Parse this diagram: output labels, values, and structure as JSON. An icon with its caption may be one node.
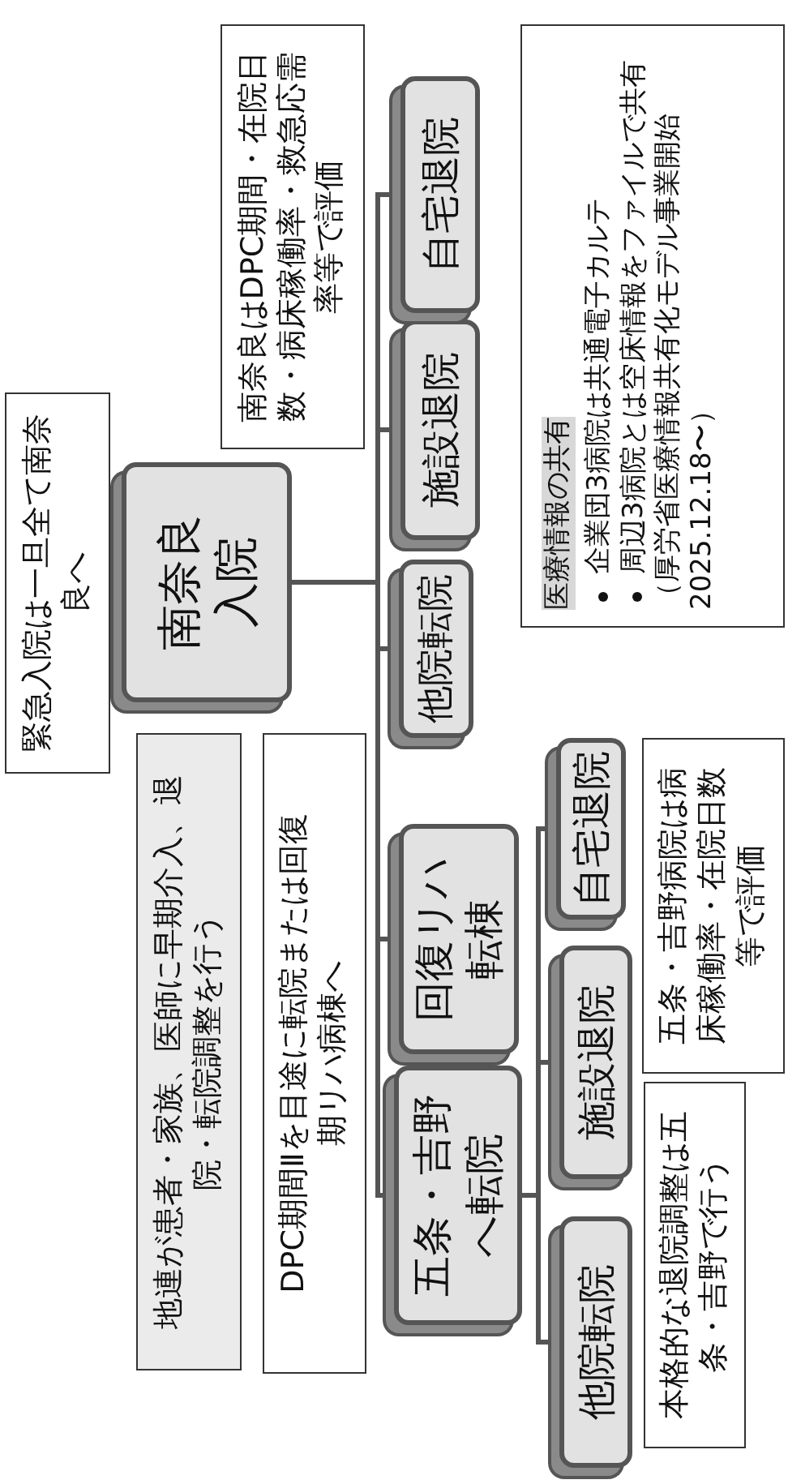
{
  "diagram": {
    "nodes": [
      {
        "text": [
          "緊急入院は一旦全て南奈良へ"
        ]
      },
      {
        "text": [
          "南奈良入院"
        ]
      },
      {
        "text": [
          "南奈良はDPC期間・在院日数・病床稼働率・救急応需率等で評価"
        ]
      },
      {
        "text": [
          "他院転院"
        ]
      },
      {
        "text": [
          "施設退院"
        ]
      },
      {
        "text": [
          "自宅退院"
        ]
      },
      {
        "text": [
          "地連が患者・家族、医師に早期介入、退院・転院調整を行う"
        ]
      },
      {
        "text": [
          "DPC期間Ⅱを目途に転院または回復期リハ病棟へ"
        ]
      },
      {
        "text": [
          "回復リハ転棟"
        ]
      },
      {
        "text": [
          "五条・吉野へ転院"
        ]
      },
      {
        "text": [
          "自宅退院"
        ]
      },
      {
        "text": [
          "施設退院"
        ]
      },
      {
        "text": [
          "他院転院"
        ]
      },
      {
        "text": [
          "医療情報の共有",
          "企業団3病院は共通電子カルテ",
          "周辺3病院とは空床情報をファイルで共有",
          "（厚労省医療情報共有化モデル事業開始2025.12.18〜）"
        ]
      },
      {
        "text": [
          "五条・吉野病院は病床稼働率・在院日数等で評価"
        ]
      },
      {
        "text": [
          "本格的な退院調整は五条・吉野で行う"
        ]
      }
    ],
    "edges": [
      {
        "from": 1,
        "to": 3,
        "arrow": "none"
      },
      {
        "from": 1,
        "to": 4,
        "arrow": "none"
      },
      {
        "from": 1,
        "to": 5,
        "arrow": "none"
      },
      {
        "from": 1,
        "to": 8,
        "arrow": "none"
      },
      {
        "from": 1,
        "to": 9,
        "arrow": "none"
      },
      {
        "from": 9,
        "to": 10,
        "arrow": "none"
      },
      {
        "from": 9,
        "to": 11,
        "arrow": "none"
      },
      {
        "from": 9,
        "to": 12,
        "arrow": "none"
      }
    ]
  }
}
